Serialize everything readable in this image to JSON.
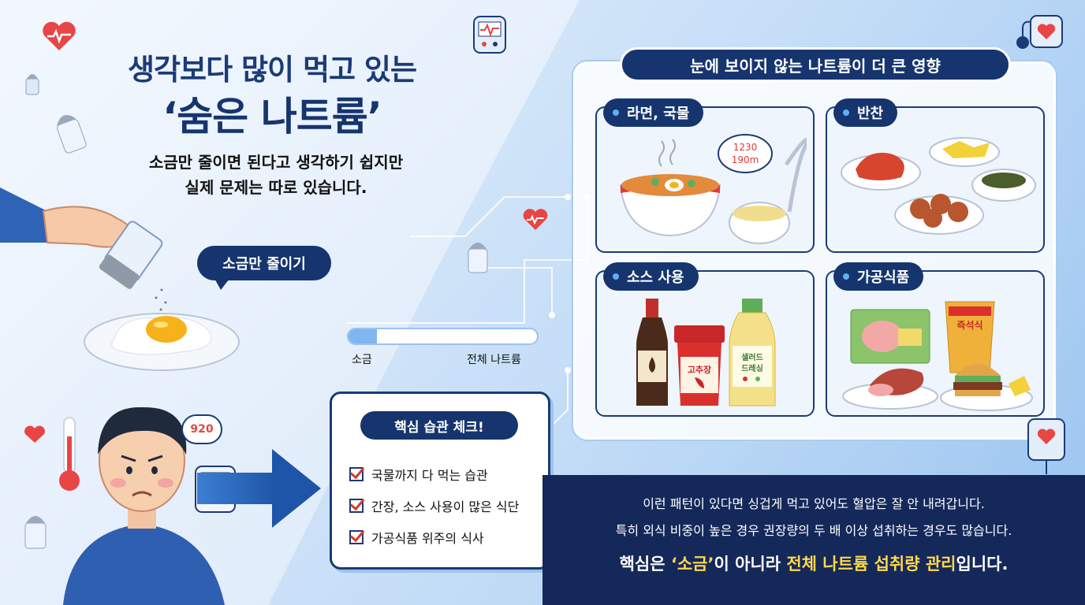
{
  "header": {
    "title_line1": "생각보다 많이 먹고 있는",
    "title_line2": "‘숨은 나트륨’",
    "subtitle_line1": "소금만 줄이면 된다고 생각하기 쉽지만",
    "subtitle_line2": "실제 문제는 따로 있습니다."
  },
  "left_scene": {
    "bubble": "소금만 줄이기",
    "bp_reading": "920"
  },
  "comparison_bar": {
    "left_label": "소금",
    "right_label": "전체 나트륨",
    "salt_share": 0.15
  },
  "habit_check": {
    "title": "핵심 습관 체크!",
    "items": [
      "국물까지 다 먹는 습관",
      "간장, 소스 사용이 많은 식단",
      "가공식품 위주의 식사"
    ]
  },
  "panel": {
    "title": "눈에 보이지 않는 나트륨이 더 큰 영향",
    "categories": [
      {
        "label": "라면, 국물",
        "bubble_line1": "1230",
        "bubble_line2": "190m"
      },
      {
        "label": "반찬"
      },
      {
        "label": "소스 사용",
        "gochujang_label": "고추장",
        "dressing_line1": "샐러드",
        "dressing_line2": "드레싱"
      },
      {
        "label": "가공식품",
        "snack_label": "즉석식"
      }
    ]
  },
  "bottom": {
    "line1": "이런 패턴이 있다면 싱겁게 먹고 있어도 혈압은 잘 안 내려갑니다.",
    "line2": "특히 외식 비중이 높은 경우 권장량의 두 배 이상 섭취하는 경우도 많습니다.",
    "key_prefix": "핵심은 ",
    "key_salt": "‘소금’",
    "key_middle": "이 아니라 ",
    "key_total": "전체 나트륨 섭취량 관리",
    "key_suffix": "입니다."
  },
  "colors": {
    "navy": "#16356f",
    "band": "#14285a",
    "accent_yellow": "#ffd84a",
    "check_red": "#d63a2c"
  }
}
